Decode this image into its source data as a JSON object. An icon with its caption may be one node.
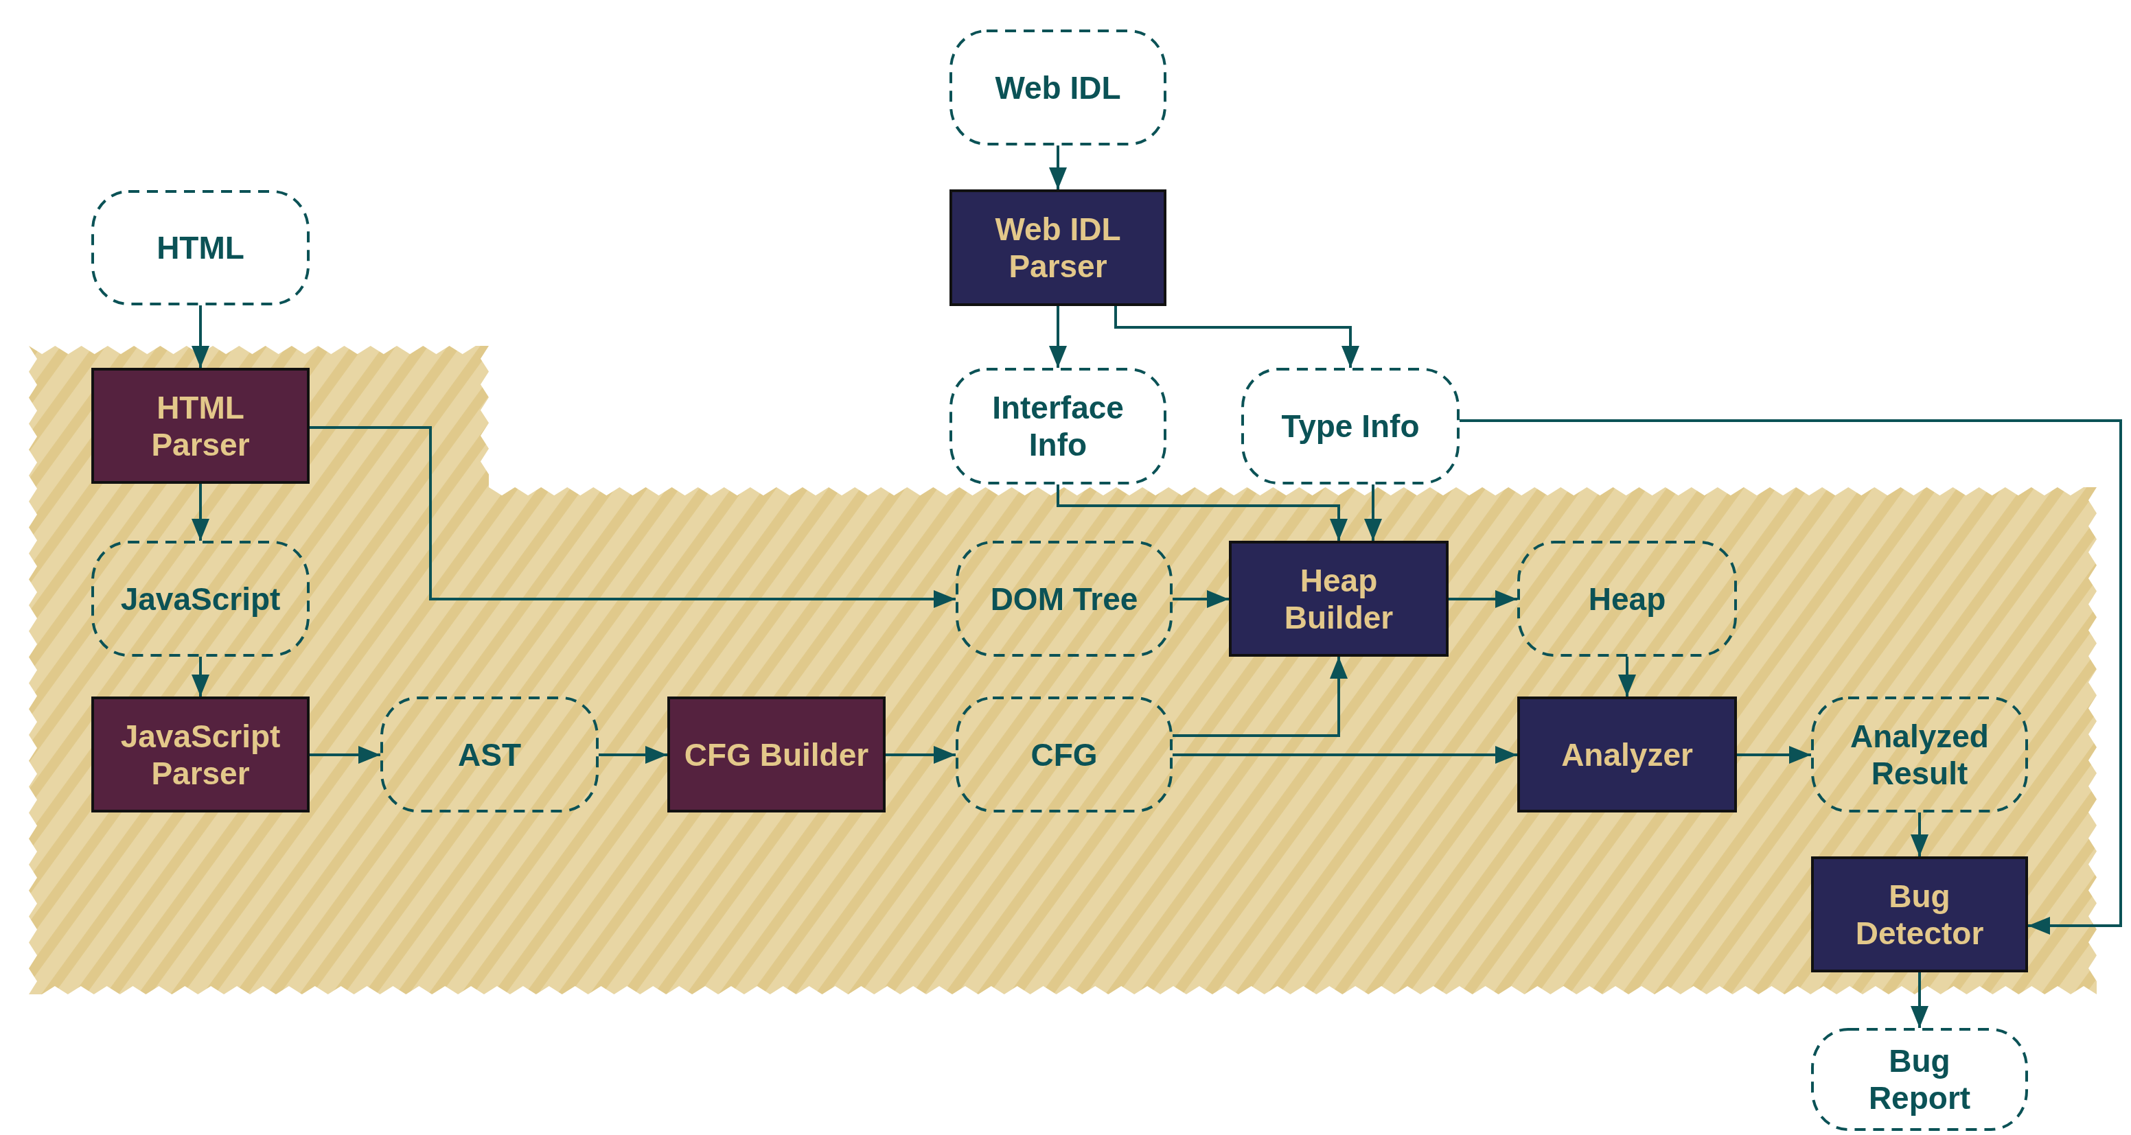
{
  "diagram": {
    "nodes": [
      {
        "text": [
          "Web IDL"
        ]
      },
      {
        "text": [
          "Web IDL Parser"
        ]
      },
      {
        "text": [
          "HTML"
        ]
      },
      {
        "text": [
          "Interface Info"
        ]
      },
      {
        "text": [
          "Type Info"
        ]
      },
      {
        "text": [],
        "shape": "band"
      },
      {
        "text": [
          "HTML Parser"
        ],
        "in": 5
      },
      {
        "text": [
          "JavaScript"
        ],
        "in": 5
      },
      {
        "text": [
          "DOM Tree"
        ],
        "in": 5
      },
      {
        "text": [
          "Heap Builder"
        ],
        "in": 5
      },
      {
        "text": [
          "Heap"
        ],
        "in": 5
      },
      {
        "text": [
          "JavaScript Parser"
        ],
        "in": 5
      },
      {
        "text": [
          "AST"
        ],
        "in": 5
      },
      {
        "text": [
          "CFG Builder"
        ],
        "in": 5
      },
      {
        "text": [
          "CFG"
        ],
        "in": 5
      },
      {
        "text": [
          "Analyzer"
        ],
        "in": 5
      },
      {
        "text": [
          "Analyzed Result"
        ],
        "in": 5
      },
      {
        "text": [
          "Bug Detector"
        ],
        "in": 5
      },
      {
        "text": [
          "Bug Report"
        ]
      }
    ],
    "edges": [
      {
        "from": 0,
        "to": 1,
        "arrow": "to"
      },
      {
        "from": 1,
        "to": 3,
        "arrow": "to"
      },
      {
        "from": 1,
        "to": 4,
        "arrow": "to"
      },
      {
        "from": 2,
        "to": 6,
        "arrow": "to"
      },
      {
        "from": 6,
        "to": 7,
        "arrow": "to"
      },
      {
        "from": 6,
        "to": 8,
        "arrow": "to"
      },
      {
        "from": 7,
        "to": 11,
        "arrow": "to"
      },
      {
        "from": 11,
        "to": 12,
        "arrow": "to"
      },
      {
        "from": 12,
        "to": 13,
        "arrow": "to"
      },
      {
        "from": 13,
        "to": 14,
        "arrow": "to"
      },
      {
        "from": 14,
        "to": 9,
        "arrow": "to"
      },
      {
        "from": 14,
        "to": 15,
        "arrow": "to"
      },
      {
        "from": 8,
        "to": 9,
        "arrow": "to"
      },
      {
        "from": 3,
        "to": 9,
        "arrow": "to"
      },
      {
        "from": 4,
        "to": 9,
        "arrow": "to"
      },
      {
        "from": 9,
        "to": 10,
        "arrow": "to"
      },
      {
        "from": 10,
        "to": 15,
        "arrow": "to"
      },
      {
        "from": 15,
        "to": 16,
        "arrow": "to"
      },
      {
        "from": 16,
        "to": 17,
        "arrow": "to"
      },
      {
        "from": 4,
        "to": 17,
        "arrow": "to"
      },
      {
        "from": 17,
        "to": 18,
        "arrow": "to"
      }
    ]
  }
}
